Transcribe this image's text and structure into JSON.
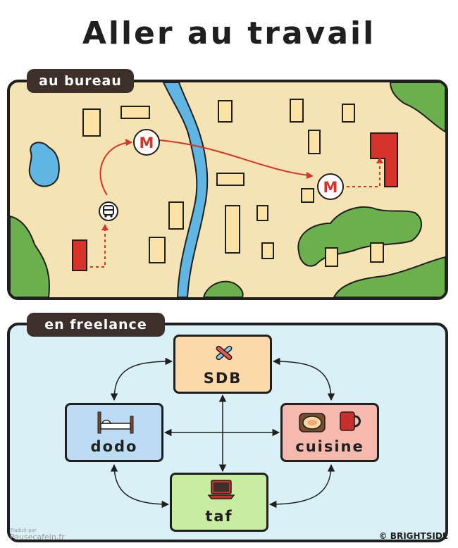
{
  "title": "Aller au travail",
  "map_section": {
    "label": "au bureau",
    "metro_letter": "M"
  },
  "home_section": {
    "label": "en freelance",
    "rooms": {
      "sdb": "SDB",
      "dodo": "dodo",
      "cuisine": "cuisine",
      "taf": "taf"
    }
  },
  "credit": "© BRIGHTSIDE",
  "watermark": {
    "line1": "Traduit par",
    "line2": "Pausecafein.fr"
  },
  "colors": {
    "office_route": "#d8332a",
    "river": "#5fb6e3",
    "forest": "#6ab04c",
    "sand": "#f6e3b3",
    "building": "#fbe3a6",
    "home_bg": "#d9f1f6"
  }
}
